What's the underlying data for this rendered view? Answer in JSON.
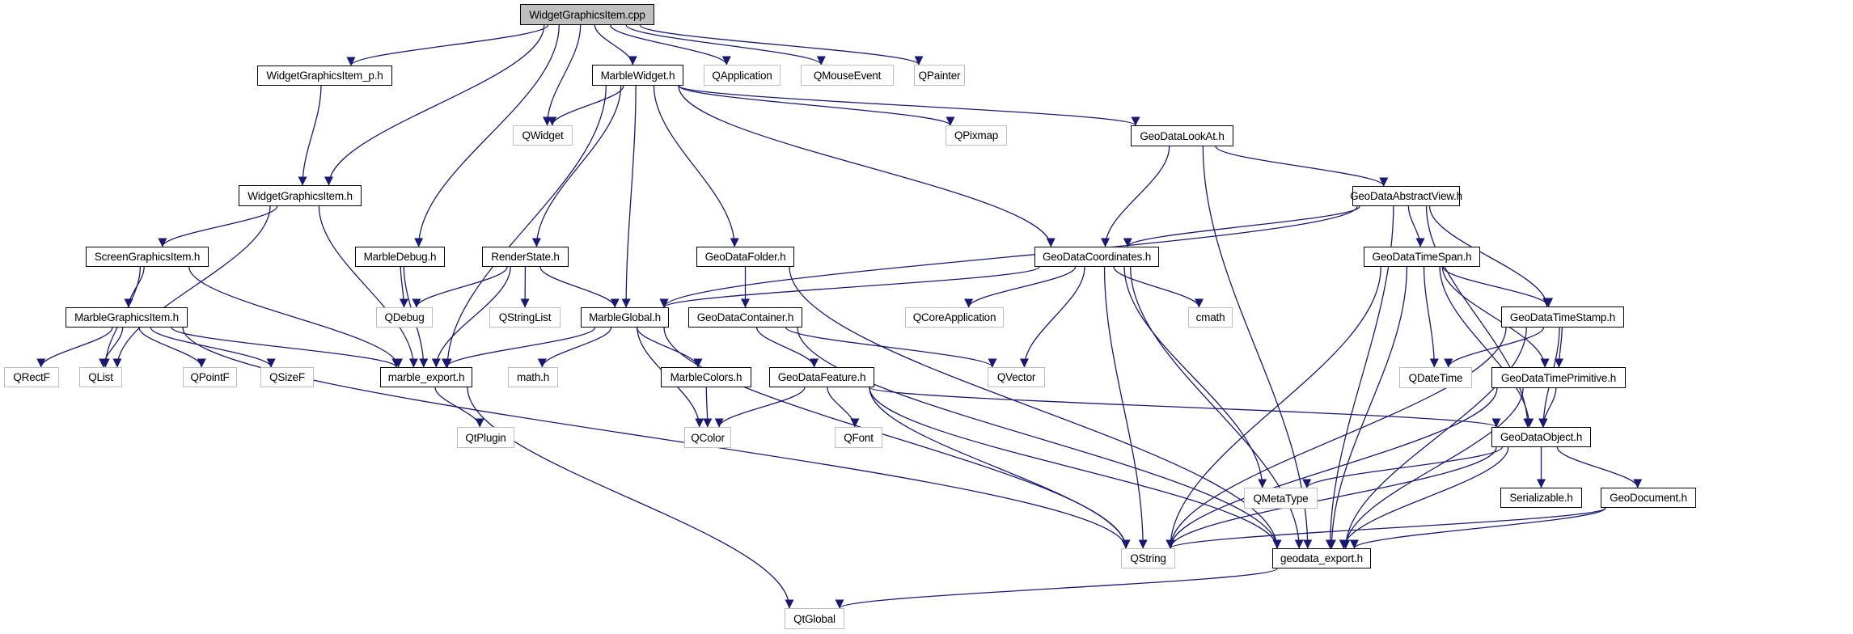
{
  "diagram": {
    "title": "WidgetGraphicsItem.cpp",
    "type": "include dependency graph",
    "colors": {
      "edge": "#191970",
      "root_fill": "#bfbfbf",
      "documented_border": "#000000",
      "external_border": "#bfbfbf"
    },
    "nodes": [
      {
        "id": "root",
        "label": "WidgetGraphicsItem.cpp",
        "kind": "root"
      },
      {
        "id": "wgi_p",
        "label": "WidgetGraphicsItem_p.h",
        "kind": "doc"
      },
      {
        "id": "marblewidget",
        "label": "MarbleWidget.h",
        "kind": "doc"
      },
      {
        "id": "qapplication",
        "label": "QApplication",
        "kind": "ext"
      },
      {
        "id": "qmouseevent",
        "label": "QMouseEvent",
        "kind": "ext"
      },
      {
        "id": "qpainter",
        "label": "QPainter",
        "kind": "ext"
      },
      {
        "id": "qwidget",
        "label": "QWidget",
        "kind": "ext"
      },
      {
        "id": "qpixmap",
        "label": "QPixmap",
        "kind": "ext"
      },
      {
        "id": "lookat",
        "label": "GeoDataLookAt.h",
        "kind": "doc"
      },
      {
        "id": "wgi_h",
        "label": "WidgetGraphicsItem.h",
        "kind": "doc"
      },
      {
        "id": "abstractview",
        "label": "GeoDataAbstractView.h",
        "kind": "doc"
      },
      {
        "id": "screengi",
        "label": "ScreenGraphicsItem.h",
        "kind": "doc"
      },
      {
        "id": "marbledebug",
        "label": "MarbleDebug.h",
        "kind": "doc"
      },
      {
        "id": "renderstate",
        "label": "RenderState.h",
        "kind": "doc"
      },
      {
        "id": "folder",
        "label": "GeoDataFolder.h",
        "kind": "doc"
      },
      {
        "id": "coordinates",
        "label": "GeoDataCoordinates.h",
        "kind": "doc"
      },
      {
        "id": "timespan",
        "label": "GeoDataTimeSpan.h",
        "kind": "doc"
      },
      {
        "id": "marblegi",
        "label": "MarbleGraphicsItem.h",
        "kind": "doc"
      },
      {
        "id": "qdebug",
        "label": "QDebug",
        "kind": "ext"
      },
      {
        "id": "qstringlist",
        "label": "QStringList",
        "kind": "ext"
      },
      {
        "id": "marbleglobal",
        "label": "MarbleGlobal.h",
        "kind": "doc"
      },
      {
        "id": "container",
        "label": "GeoDataContainer.h",
        "kind": "doc"
      },
      {
        "id": "qcoreapplication",
        "label": "QCoreApplication",
        "kind": "ext"
      },
      {
        "id": "cmath",
        "label": "cmath",
        "kind": "ext"
      },
      {
        "id": "timestamp",
        "label": "GeoDataTimeStamp.h",
        "kind": "doc"
      },
      {
        "id": "qrectf",
        "label": "QRectF",
        "kind": "ext"
      },
      {
        "id": "qlist",
        "label": "QList",
        "kind": "ext"
      },
      {
        "id": "qpointf",
        "label": "QPointF",
        "kind": "ext"
      },
      {
        "id": "qsizef",
        "label": "QSizeF",
        "kind": "ext"
      },
      {
        "id": "marbleexport",
        "label": "marble_export.h",
        "kind": "doc"
      },
      {
        "id": "mathh",
        "label": "math.h",
        "kind": "ext"
      },
      {
        "id": "marblecolors",
        "label": "MarbleColors.h",
        "kind": "doc"
      },
      {
        "id": "feature",
        "label": "GeoDataFeature.h",
        "kind": "doc"
      },
      {
        "id": "qvector",
        "label": "QVector",
        "kind": "ext"
      },
      {
        "id": "qdatetime",
        "label": "QDateTime",
        "kind": "ext"
      },
      {
        "id": "timeprimitive",
        "label": "GeoDataTimePrimitive.h",
        "kind": "doc"
      },
      {
        "id": "qtplugin",
        "label": "QtPlugin",
        "kind": "ext"
      },
      {
        "id": "qcolor",
        "label": "QColor",
        "kind": "ext"
      },
      {
        "id": "qfont",
        "label": "QFont",
        "kind": "ext"
      },
      {
        "id": "geodataobject",
        "label": "GeoDataObject.h",
        "kind": "doc"
      },
      {
        "id": "qmetatype",
        "label": "QMetaType",
        "kind": "ext"
      },
      {
        "id": "serializable",
        "label": "Serializable.h",
        "kind": "doc"
      },
      {
        "id": "geodocument",
        "label": "GeoDocument.h",
        "kind": "doc"
      },
      {
        "id": "qstring",
        "label": "QString",
        "kind": "ext"
      },
      {
        "id": "geodataexport",
        "label": "geodata_export.h",
        "kind": "doc"
      },
      {
        "id": "qtglobal",
        "label": "QtGlobal",
        "kind": "ext"
      }
    ],
    "edges": [
      [
        "root",
        "wgi_p"
      ],
      [
        "root",
        "wgi_h"
      ],
      [
        "root",
        "marbledebug"
      ],
      [
        "root",
        "qwidget"
      ],
      [
        "root",
        "marblewidget"
      ],
      [
        "root",
        "qapplication"
      ],
      [
        "root",
        "qmouseevent"
      ],
      [
        "root",
        "qpainter"
      ],
      [
        "wgi_p",
        "wgi_h"
      ],
      [
        "wgi_h",
        "screengi"
      ],
      [
        "wgi_h",
        "qlist"
      ],
      [
        "wgi_h",
        "marbleexport"
      ],
      [
        "screengi",
        "marblegi"
      ],
      [
        "screengi",
        "qlist"
      ],
      [
        "screengi",
        "marbleexport"
      ],
      [
        "marblegi",
        "qrectf"
      ],
      [
        "marblegi",
        "qlist"
      ],
      [
        "marblegi",
        "qpointf"
      ],
      [
        "marblegi",
        "qsizef"
      ],
      [
        "marblegi",
        "marbleexport"
      ],
      [
        "marblegi",
        "qstring"
      ],
      [
        "marbledebug",
        "qdebug"
      ],
      [
        "marbledebug",
        "marbleexport"
      ],
      [
        "marblewidget",
        "qwidget"
      ],
      [
        "marblewidget",
        "renderstate"
      ],
      [
        "marblewidget",
        "marbleglobal"
      ],
      [
        "marblewidget",
        "folder"
      ],
      [
        "marblewidget",
        "marbleexport"
      ],
      [
        "marblewidget",
        "coordinates"
      ],
      [
        "marblewidget",
        "qpixmap"
      ],
      [
        "marblewidget",
        "lookat"
      ],
      [
        "renderstate",
        "qdebug"
      ],
      [
        "renderstate",
        "qstringlist"
      ],
      [
        "renderstate",
        "marbleglobal"
      ],
      [
        "renderstate",
        "marbleexport"
      ],
      [
        "marbleglobal",
        "marbleexport"
      ],
      [
        "marbleglobal",
        "mathh"
      ],
      [
        "marbleglobal",
        "marblecolors"
      ],
      [
        "marbleglobal",
        "qcolor"
      ],
      [
        "marbleglobal",
        "qstring"
      ],
      [
        "marblecolors",
        "qcolor"
      ],
      [
        "folder",
        "container"
      ],
      [
        "folder",
        "geodataexport"
      ],
      [
        "container",
        "feature"
      ],
      [
        "container",
        "qvector"
      ],
      [
        "container",
        "geodataexport"
      ],
      [
        "feature",
        "qcolor"
      ],
      [
        "feature",
        "qfont"
      ],
      [
        "feature",
        "geodataobject"
      ],
      [
        "feature",
        "qstring"
      ],
      [
        "feature",
        "geodataexport"
      ],
      [
        "lookat",
        "coordinates"
      ],
      [
        "lookat",
        "abstractview"
      ],
      [
        "lookat",
        "geodataexport"
      ],
      [
        "abstractview",
        "coordinates"
      ],
      [
        "abstractview",
        "marbleglobal"
      ],
      [
        "abstractview",
        "timespan"
      ],
      [
        "abstractview",
        "timestamp"
      ],
      [
        "abstractview",
        "geodataobject"
      ],
      [
        "abstractview",
        "geodataexport"
      ],
      [
        "coordinates",
        "marbleglobal"
      ],
      [
        "coordinates",
        "qcoreapplication"
      ],
      [
        "coordinates",
        "cmath"
      ],
      [
        "coordinates",
        "qvector"
      ],
      [
        "coordinates",
        "qmetatype"
      ],
      [
        "coordinates",
        "qstring"
      ],
      [
        "coordinates",
        "geodataexport"
      ],
      [
        "timespan",
        "timestamp"
      ],
      [
        "timespan",
        "qdatetime"
      ],
      [
        "timespan",
        "timeprimitive"
      ],
      [
        "timespan",
        "geodataobject"
      ],
      [
        "timespan",
        "qstring"
      ],
      [
        "timespan",
        "geodataexport"
      ],
      [
        "timestamp",
        "qdatetime"
      ],
      [
        "timestamp",
        "timeprimitive"
      ],
      [
        "timestamp",
        "geodataobject"
      ],
      [
        "timestamp",
        "qstring"
      ],
      [
        "timestamp",
        "geodataexport"
      ],
      [
        "timeprimitive",
        "geodataobject"
      ],
      [
        "timeprimitive",
        "qstring"
      ],
      [
        "timeprimitive",
        "geodataexport"
      ],
      [
        "geodataobject",
        "qmetatype"
      ],
      [
        "geodataobject",
        "serializable"
      ],
      [
        "geodataobject",
        "geodocument"
      ],
      [
        "geodataobject",
        "qstring"
      ],
      [
        "geodataobject",
        "geodataexport"
      ],
      [
        "geodocument",
        "qstring"
      ],
      [
        "geodocument",
        "geodataexport"
      ],
      [
        "marbleexport",
        "qtplugin"
      ],
      [
        "marbleexport",
        "qtglobal"
      ],
      [
        "geodataexport",
        "qtglobal"
      ]
    ]
  }
}
